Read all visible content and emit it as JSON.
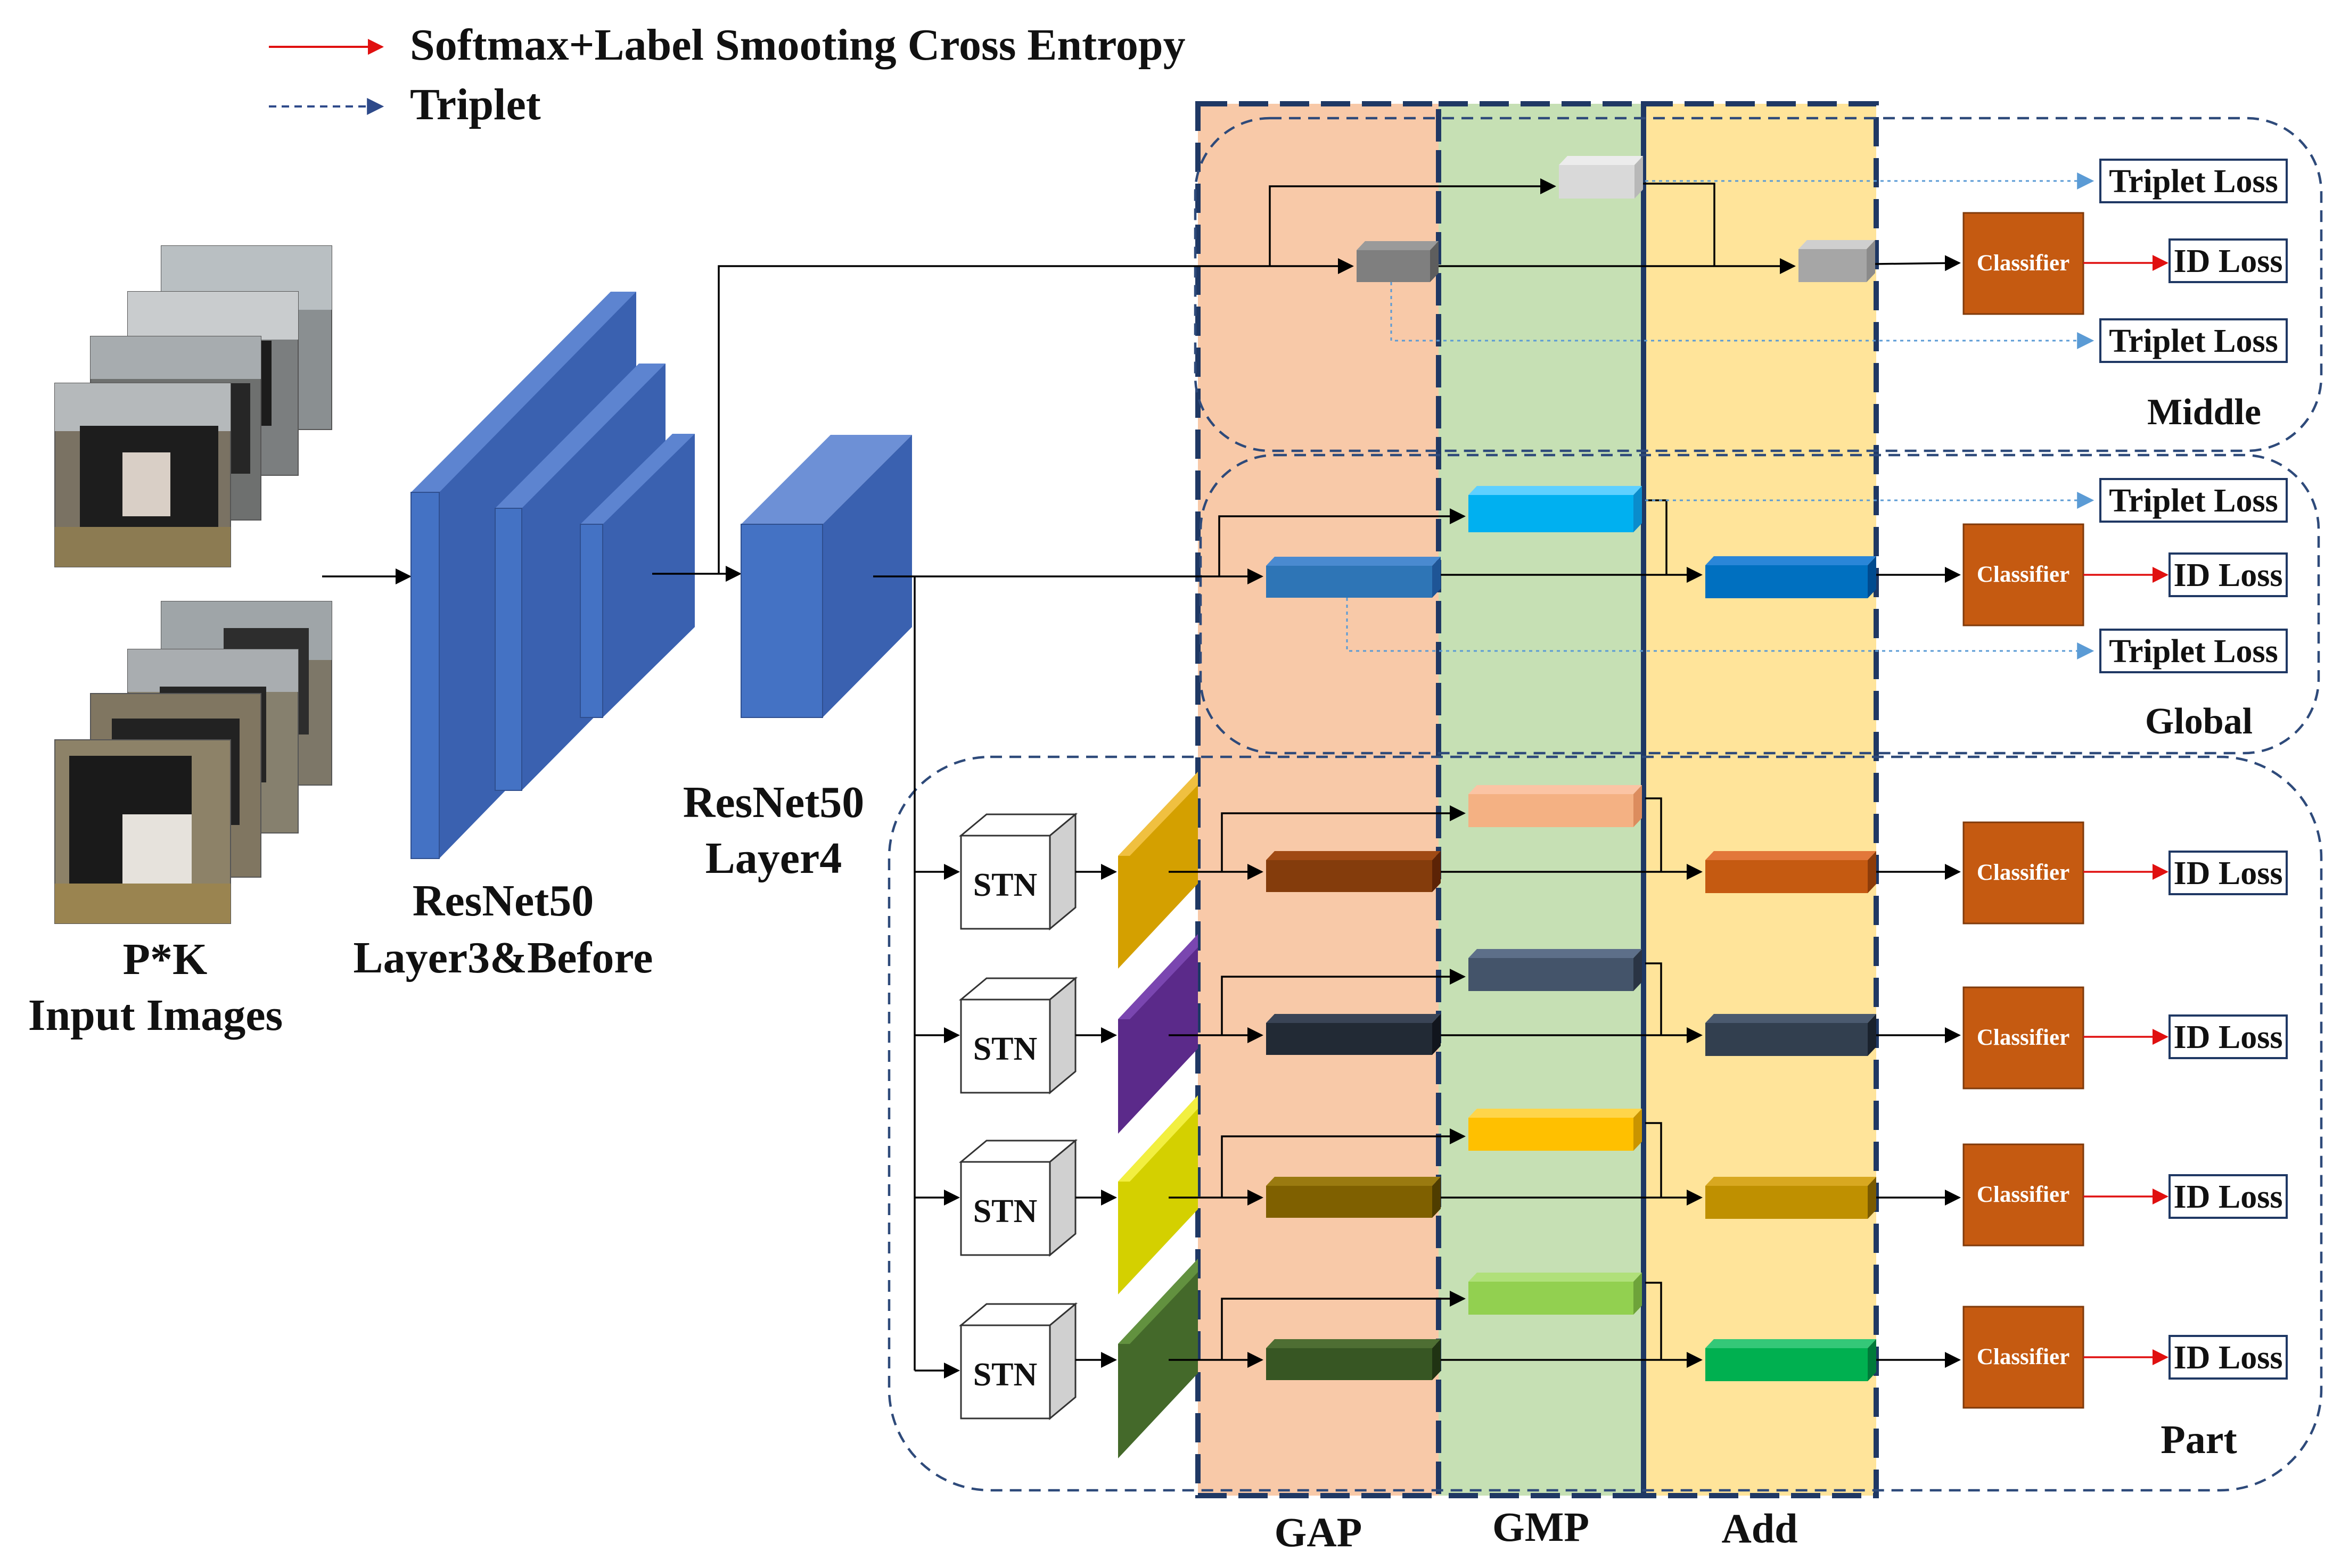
{
  "legend": {
    "red_arrow_label": "Softmax+Label Smooting Cross Entropy",
    "blue_dashed_label": "Triplet"
  },
  "input": {
    "label_line1": "P*K",
    "label_line2": "Input Images"
  },
  "backbone": {
    "layer3_line1": "ResNet50",
    "layer3_line2": "Layer3&Before",
    "layer4_line1": "ResNet50",
    "layer4_line2": "Layer4"
  },
  "columns": {
    "gap": "GAP",
    "gmp": "GMP",
    "add": "Add"
  },
  "branches": {
    "middle": "Middle",
    "global": "Global",
    "part": "Part"
  },
  "boxes": {
    "triplet_loss": "Triplet Loss",
    "id_loss": "ID Loss",
    "classifier": "Classifier",
    "stn": "STN"
  },
  "colors": {
    "red_arrow": "#e01010",
    "triplet_blue": "#5b9bd5",
    "frame_navy": "#1f3864",
    "gap_fill": "#f8c9a8",
    "gmp_fill": "#c6e0b4",
    "add_fill": "#ffe49a",
    "classifier_fill": "#c55a11",
    "resnet_blue": "#4472c4"
  }
}
